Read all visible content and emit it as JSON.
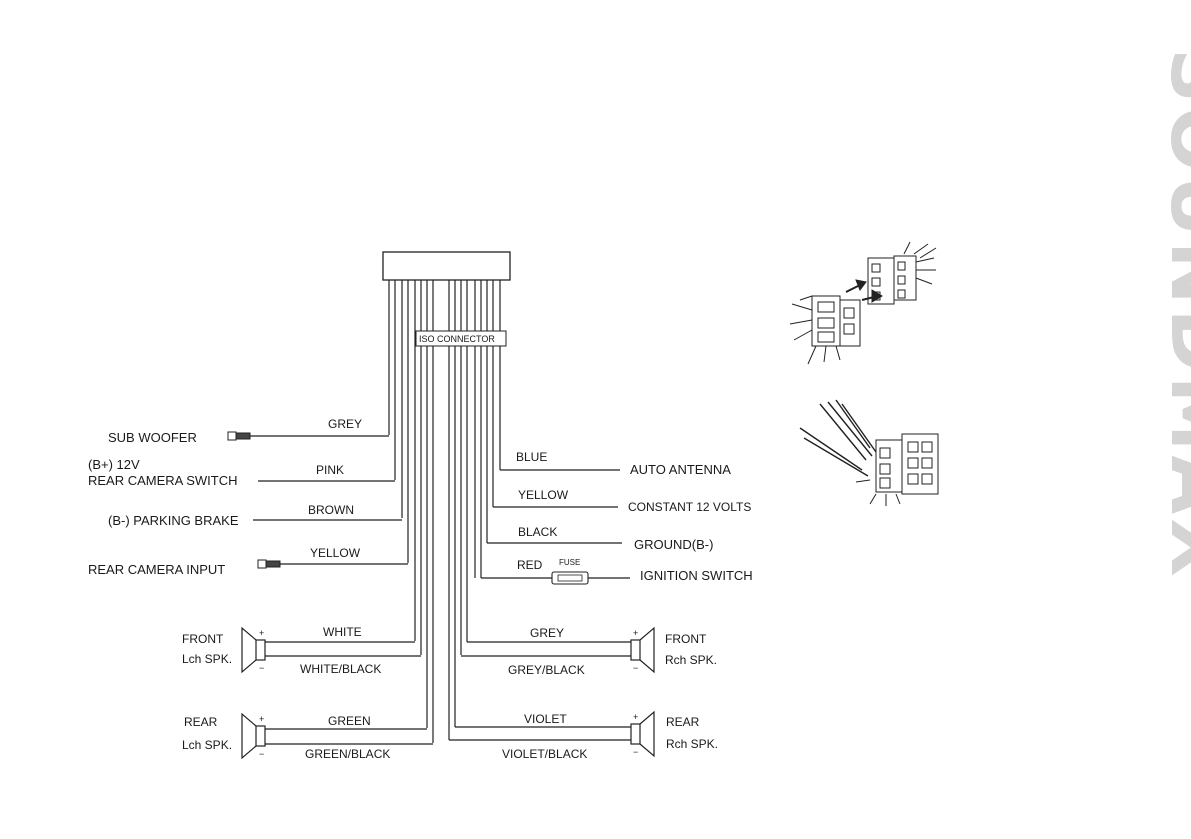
{
  "brand": "SOUNDMAX",
  "connector_label": "ISO CONNECTOR",
  "fuse_label": "FUSE",
  "left_labels": {
    "sub_woofer": "SUB WOOFER",
    "b_plus": "(B+) 12V",
    "rear_camera_switch": "REAR  CAMERA  SWITCH",
    "parking_brake": "(B-) PARKING BRAKE",
    "rear_camera_input": "REAR CAMERA INPUT",
    "front_l": "FRONT",
    "front_l_sub": "Lch SPK.",
    "rear_l": "REAR",
    "rear_l_sub": "Lch SPK."
  },
  "right_labels": {
    "auto_antenna": "AUTO ANTENNA",
    "constant_12": "CONSTANT 12 VOLTS",
    "ground": "GROUND(B-)",
    "ignition": "IGNITION SWITCH",
    "front_r": "FRONT",
    "front_r_sub": "Rch SPK.",
    "rear_r": "REAR",
    "rear_r_sub": "Rch SPK."
  },
  "wire_colors": {
    "grey_sub": "GREY",
    "pink": "PINK",
    "brown": "BROWN",
    "yellow_cam": "YELLOW",
    "blue": "BLUE",
    "yellow_const": "YELLOW",
    "black": "BLACK",
    "red": "RED",
    "white": "WHITE",
    "white_black": "WHITE/BLACK",
    "green": "GREEN",
    "green_black": "GREEN/BLACK",
    "grey_r": "GREY",
    "grey_black": "GREY/BLACK",
    "violet": "VIOLET",
    "violet_black": "VIOLET/BLACK"
  },
  "speaker_polarity": {
    "plus": "+",
    "minus": "−"
  }
}
